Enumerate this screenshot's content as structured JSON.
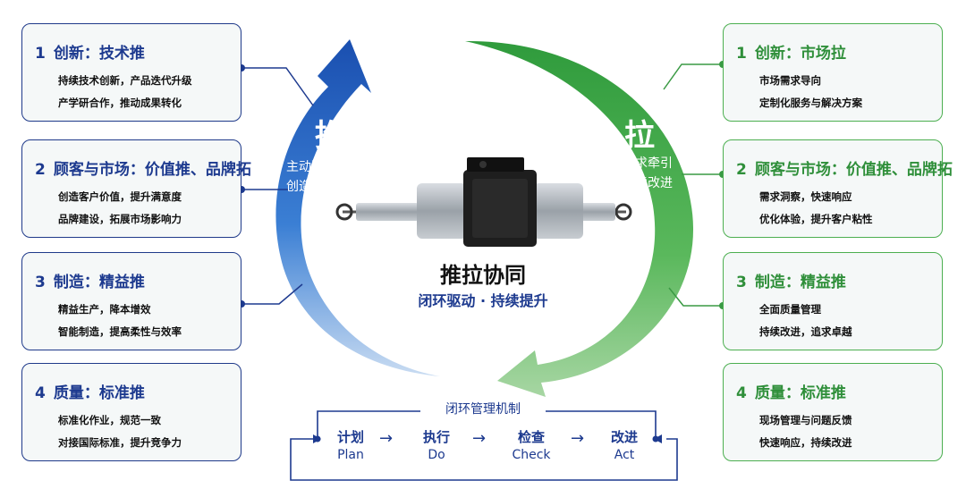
{
  "push": {
    "char": "推",
    "line1": "主动驱动",
    "line2": "创造价值",
    "cards": [
      {
        "num": "1",
        "title": "创新：技术推",
        "lines": [
          "持续技术创新，产品迭代升级",
          "产学研合作，推动成果转化"
        ]
      },
      {
        "num": "2",
        "title": "顾客与市场：价值推、品牌拓",
        "lines": [
          "创造客户价值，提升满意度",
          "品牌建设，拓展市场影响力"
        ]
      },
      {
        "num": "3",
        "title": "制造：精益推",
        "lines": [
          "精益生产，降本增效",
          "智能制造，提高柔性与效率"
        ]
      },
      {
        "num": "4",
        "title": "质量：标准推",
        "lines": [
          "标准化作业，规范一致",
          "对接国际标准，提升竞争力"
        ]
      }
    ]
  },
  "pull": {
    "char": "拉",
    "line1": "需求牵引",
    "line2": "持续改进",
    "cards": [
      {
        "num": "1",
        "title": "创新：市场拉",
        "lines": [
          "市场需求导向",
          "定制化服务与解决方案"
        ]
      },
      {
        "num": "2",
        "title": "顾客与市场：价值推、品牌拓",
        "lines": [
          "需求洞察，快速响应",
          "优化体验，提升客户粘性"
        ]
      },
      {
        "num": "3",
        "title": "制造：精益推",
        "lines": [
          "全面质量管理",
          "持续改进，追求卓越"
        ]
      },
      {
        "num": "4",
        "title": "质量：标准推",
        "lines": [
          "现场管理与问题反馈",
          "快速响应，持续改进"
        ]
      }
    ]
  },
  "center": {
    "title": "推拉协同",
    "subtitle": "闭环驱动 · 持续提升"
  },
  "pdca": {
    "title": "闭环管理机制",
    "steps": [
      {
        "zh": "计划",
        "en": "Plan"
      },
      {
        "zh": "执行",
        "en": "Do"
      },
      {
        "zh": "检查",
        "en": "Check"
      },
      {
        "zh": "改进",
        "en": "Act"
      }
    ],
    "arrow": "→"
  },
  "colors": {
    "blue": "#1d3a8f",
    "green": "#3a9a44"
  }
}
